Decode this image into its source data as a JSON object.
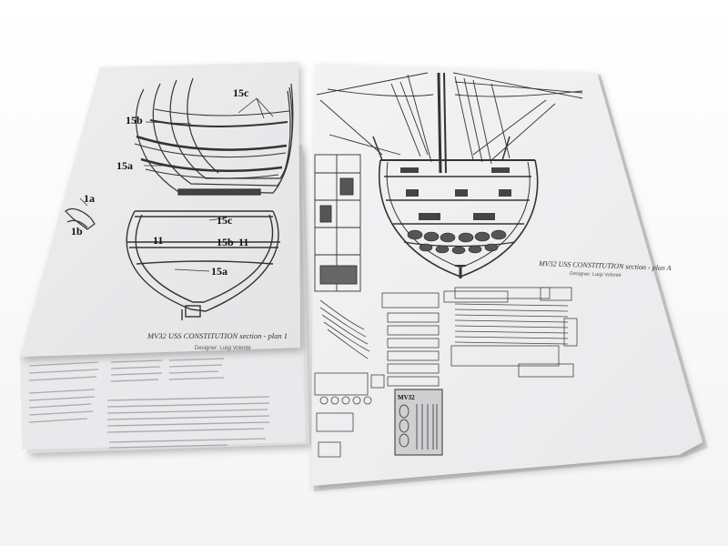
{
  "left_sheet": {
    "labels": {
      "l15c_top": "15c",
      "l15b_top": "15b",
      "l15a_top": "15a",
      "l1a": "1a",
      "l1b": "1b",
      "l15c_mid": "15c",
      "l11_left": "11",
      "l15b_mid": "15b",
      "l11_right": "11",
      "l15a_bot": "15a"
    },
    "caption": "MV32 USS CONSTITUTION section - plan 1",
    "designer": "Designer: Luigi Volonté"
  },
  "right_sheet": {
    "caption": "MV32 USS CONSTITUTION section - plan A",
    "designer": "Designer: Luigi Volonté",
    "parts_label": "MV32"
  }
}
